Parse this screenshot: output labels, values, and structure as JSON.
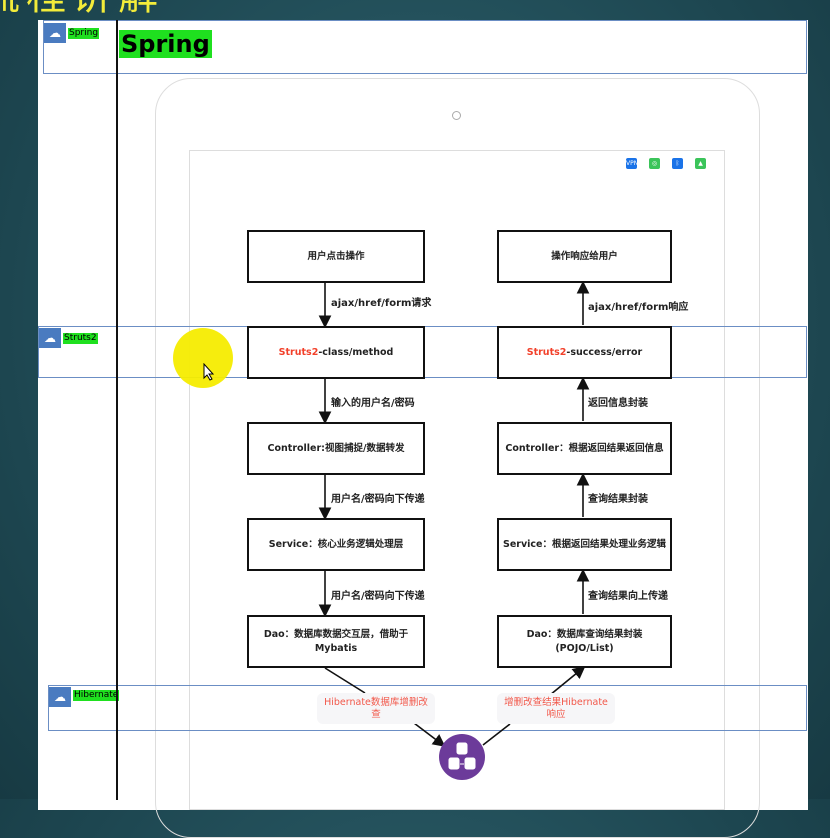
{
  "title": "流程讲解",
  "lanes": [
    {
      "label": "Spring",
      "heading": "Spring"
    },
    {
      "label": "Struts2"
    },
    {
      "label": "Hibernate"
    }
  ],
  "status_icons": [
    "vpn-icon",
    "wechat-icon",
    "bluetooth-icon",
    "hotspot-icon"
  ],
  "status_vpn": "VPN",
  "left_column": {
    "boxes": [
      "用户点击操作",
      "-class/method",
      "Controller:视图捕捉/数据转发",
      "Service：核心业务逻辑处理层",
      "Dao：数据库数据交互层，借助于Mybatis"
    ],
    "struts_prefix": "Struts2",
    "arrows": [
      "ajax/href/form请求",
      "输入的用户名/密码",
      "用户名/密码向下传递",
      "用户名/密码向下传递"
    ]
  },
  "right_column": {
    "boxes": [
      "操作响应给用户",
      "-success/error",
      "Controller：根据返回结果返回信息",
      "Service：根据返回结果处理业务逻辑",
      "Dao：数据库查询结果封装(POJO/List)"
    ],
    "struts_prefix": "Struts2",
    "arrows": [
      "ajax/href/form响应",
      "返回信息封装",
      "查询结果封装",
      "查询结果向上传递"
    ]
  },
  "hibernate": {
    "left": "Hibernate数据库增删改查",
    "right": "增删改查结果Hibernate响应"
  },
  "colors": {
    "highlight": "#1fe01f",
    "struts": "#f2402a",
    "db": "#6c3b9a"
  }
}
